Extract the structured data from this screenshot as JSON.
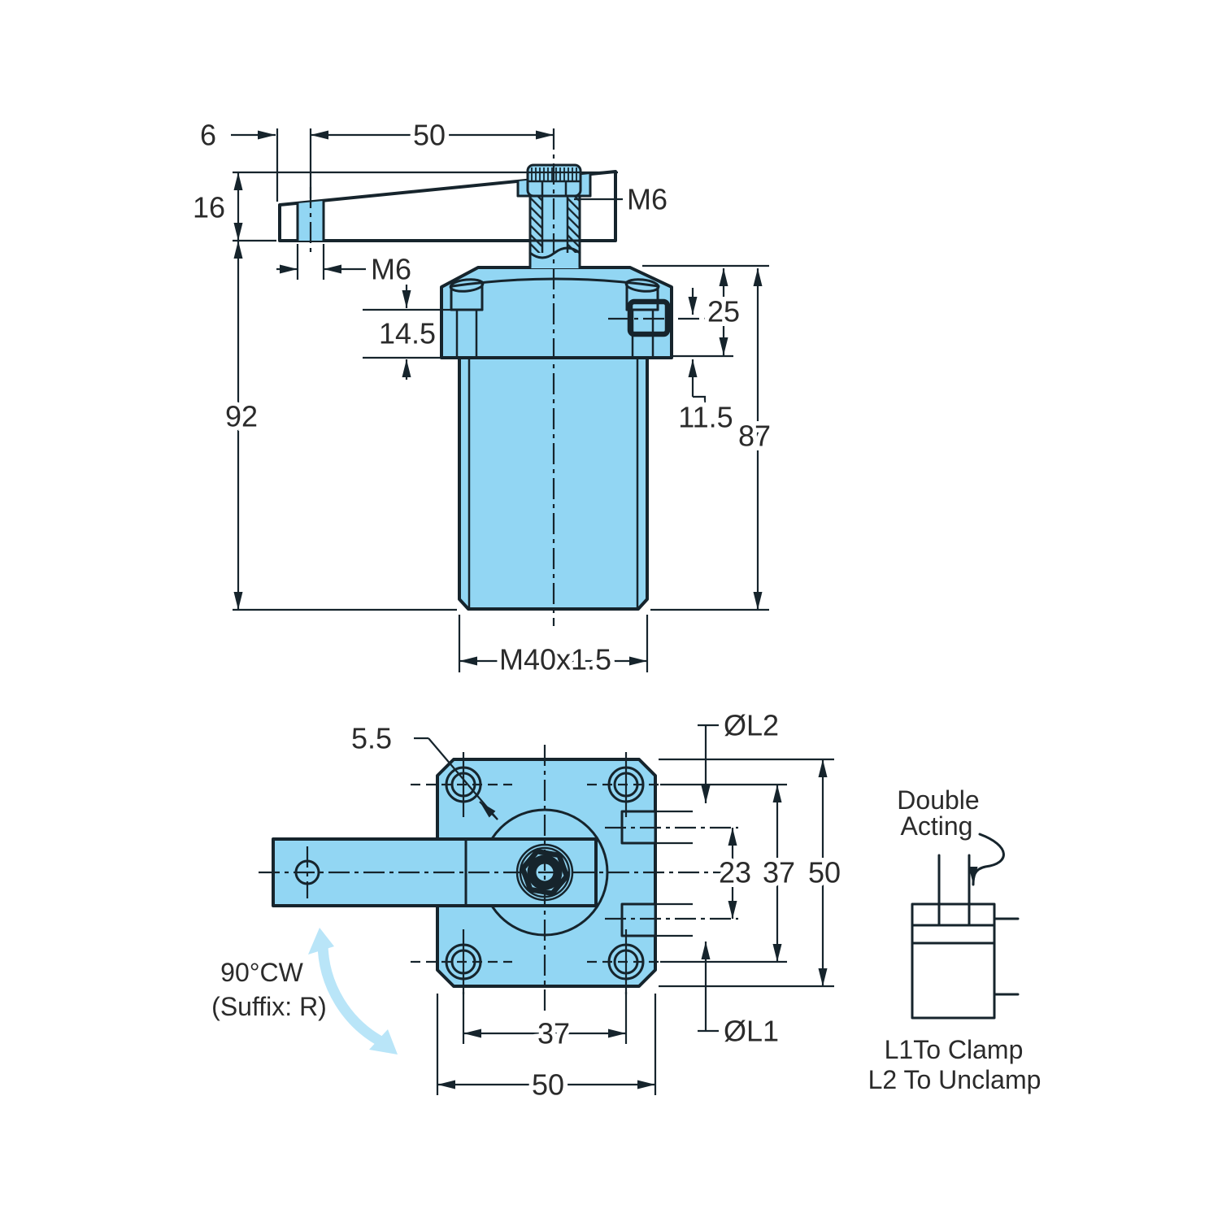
{
  "colors": {
    "part-fill": "#92d6f3",
    "line-color": "#16242c",
    "accent": "#b9e5f8",
    "text-color": "#2b2b2b",
    "bg": "#ffffff"
  },
  "side_view": {
    "dim_6": "6",
    "dim_50": "50",
    "dim_16": "16",
    "dim_92": "92",
    "label_m6_screw": "M6",
    "label_m6_arm": "M6",
    "dim_14_5": "14.5",
    "dim_25": "25",
    "dim_11_5": "11.5",
    "dim_87": "87",
    "dim_thread": "M40x1.5"
  },
  "plan_view": {
    "dim_5_5": "5.5",
    "label_l2": "ØL2",
    "dim_23": "23",
    "dim_37_right": "37",
    "dim_50_right": "50",
    "label_l1": "ØL1",
    "dim_37_bottom": "37",
    "dim_50_bottom": "50",
    "note_rotation_1": "90°CW",
    "note_rotation_2": "(Suffix: R)"
  },
  "schematic": {
    "label_1": "Double",
    "label_2": "Acting",
    "note_1": "L1To Clamp",
    "note_2": "L2 To Unclamp"
  }
}
